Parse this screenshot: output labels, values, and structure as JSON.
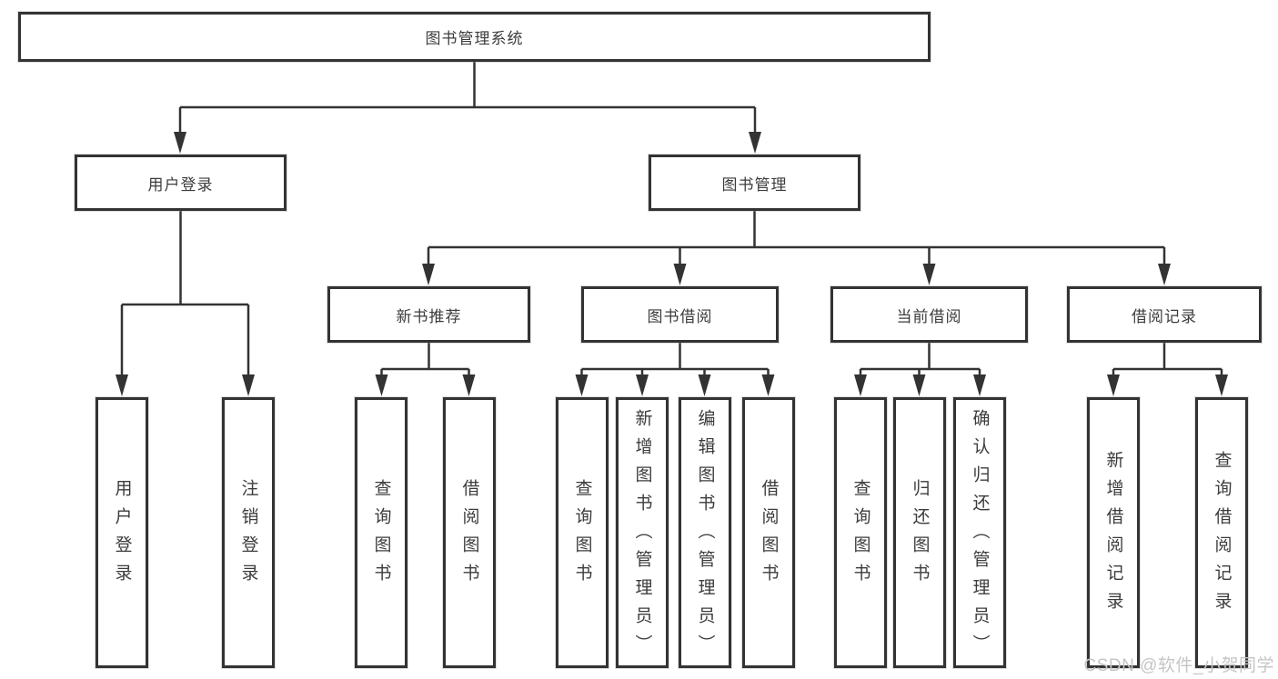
{
  "tree": {
    "root": "图书管理系统",
    "level2": [
      "用户登录",
      "图书管理"
    ],
    "level3": [
      "新书推荐",
      "图书借阅",
      "当前借阅",
      "借阅记录"
    ],
    "leaves": {
      "login": [
        "用户登录",
        "注销登录"
      ],
      "recommend": [
        "查询图书",
        "借阅图书"
      ],
      "borrow": [
        "查询图书",
        "新增图书（管理员）",
        "编辑图书（管理员）",
        "借阅图书"
      ],
      "current": [
        "查询图书",
        "归还图书",
        "确认归还（管理员）"
      ],
      "records": [
        "新增借阅记录",
        "查询借阅记录"
      ]
    }
  },
  "watermark": "CSDN @软件_小贺同学",
  "colors": {
    "line": "#333333",
    "text": "#3c3c3c",
    "watermark": "#c5c5c5",
    "background": "#ffffff"
  }
}
